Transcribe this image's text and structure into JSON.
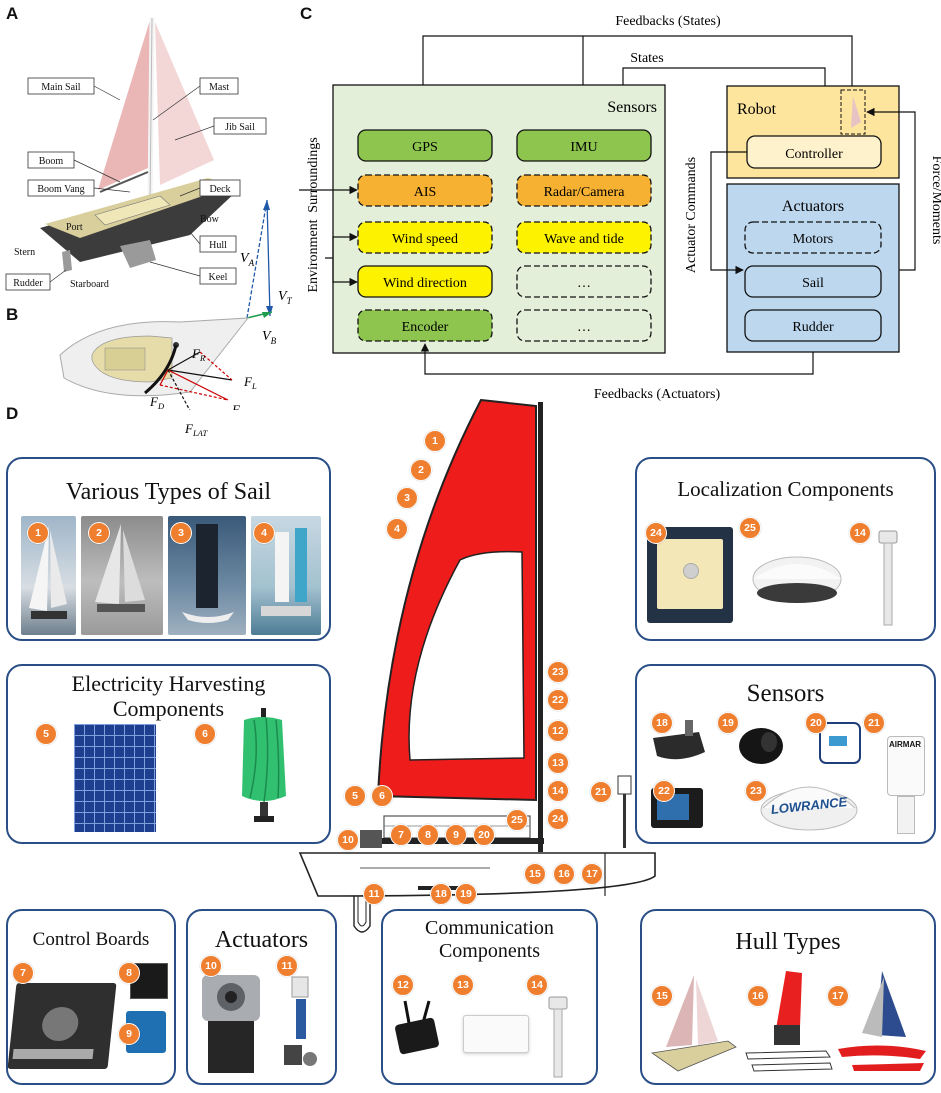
{
  "panel_letters": {
    "a": "A",
    "b": "B",
    "c": "C",
    "d": "D"
  },
  "panel_a": {
    "labels": {
      "main_sail": "Main Sail",
      "mast": "Mast",
      "jib_sail": "Jib Sail",
      "boom": "Boom",
      "boom_vang": "Boom Vang",
      "deck": "Deck",
      "bow": "Bow",
      "port": "Port",
      "stern": "Stern",
      "hull": "Hull",
      "rudder": "Rudder",
      "starboard": "Starboard",
      "keel": "Keel"
    },
    "vectors": {
      "va": "V",
      "va_sub": "A",
      "vt": "V",
      "vt_sub": "T",
      "vb": "V",
      "vb_sub": "B"
    }
  },
  "panel_b": {
    "forces": {
      "fr": "F",
      "fr_sub": "R",
      "fl": "F",
      "fl_sub": "L",
      "fd": "F",
      "fd_sub": "D",
      "ft": "F",
      "ft_sub": "T",
      "flat": "F",
      "flat_sub": "LAT"
    }
  },
  "panel_c": {
    "feedbacks_states": "Feedbacks (States)",
    "states": "States",
    "surroundings": "Surroundings",
    "environment": "Environment",
    "sensors_title": "Sensors",
    "sensors": {
      "gps": "GPS",
      "imu": "IMU",
      "ais": "AIS",
      "radar": "Radar/Camera",
      "wind_speed": "Wind speed",
      "wave": "Wave and tide",
      "wind_dir": "Wind direction",
      "dots1": "…",
      "encoder": "Encoder",
      "dots2": "…"
    },
    "robot_title": "Robot",
    "controller": "Controller",
    "actuators_title": "Actuators",
    "actuators": {
      "motors": "Motors",
      "sail": "Sail",
      "rudder": "Rudder"
    },
    "actuator_commands": "Actuator Commands",
    "force_moments": "Force/Moments",
    "feedbacks_actuators": "Feedbacks (Actuators)",
    "colors": {
      "sensor_bg": "#e3efd9",
      "robot_bg": "#fde59e",
      "actuator_bg": "#bdd7ee",
      "gps_green": "#8dc54f",
      "ais_orange": "#f6b133",
      "wind_yellow": "#fdf200",
      "controller_bg": "#fef2cc"
    }
  },
  "panel_d": {
    "sail_types_title": "Various Types of Sail",
    "electricity_title": "Electricity Harvesting Components",
    "control_boards_title": "Control Boards",
    "actuators_title": "Actuators",
    "communication_title": "Communication Components",
    "localization_title": "Localization Components",
    "sensors_title": "Sensors",
    "hull_types_title": "Hull Types",
    "badge_color": "#ef7f2f",
    "sail_color": "#ef1c1c",
    "brands": {
      "lowrance": "LOWRANCE",
      "airmar": "AIRMAR"
    },
    "badges": {
      "b1": "1",
      "b2": "2",
      "b3": "3",
      "b4": "4",
      "b5": "5",
      "b6": "6",
      "b7": "7",
      "b8": "8",
      "b9": "9",
      "b10": "10",
      "b11": "11",
      "b12": "12",
      "b13": "13",
      "b14": "14",
      "b15": "15",
      "b16": "16",
      "b17": "17",
      "b18": "18",
      "b19": "19",
      "b20": "20",
      "b21": "21",
      "b22": "22",
      "b23": "23",
      "b24": "24",
      "b25": "25"
    }
  }
}
